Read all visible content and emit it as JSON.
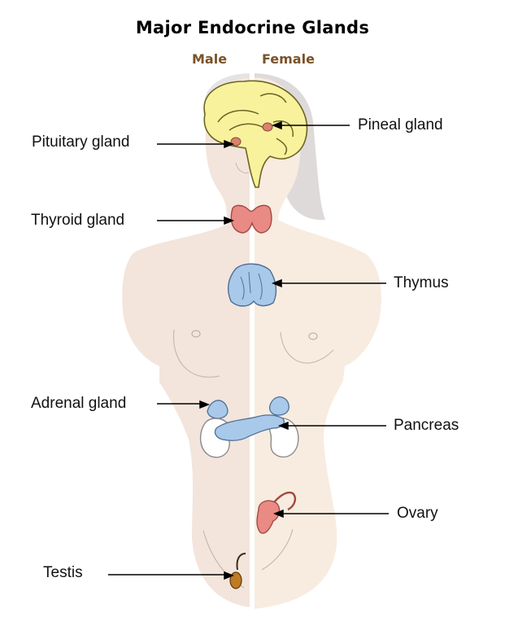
{
  "diagram": {
    "title": "Major Endocrine Glands",
    "subtitle_male": "Male",
    "subtitle_female": "Female",
    "glands": [
      {
        "id": "pituitary",
        "label": "Pituitary gland",
        "side": "male"
      },
      {
        "id": "pineal",
        "label": "Pineal gland",
        "side": "female"
      },
      {
        "id": "thyroid",
        "label": "Thyroid gland",
        "side": "male"
      },
      {
        "id": "thymus",
        "label": "Thymus",
        "side": "female"
      },
      {
        "id": "adrenal",
        "label": "Adrenal gland",
        "side": "male"
      },
      {
        "id": "pancreas",
        "label": "Pancreas",
        "side": "female"
      },
      {
        "id": "ovary",
        "label": "Ovary",
        "side": "female"
      },
      {
        "id": "testis",
        "label": "Testis",
        "side": "male"
      }
    ]
  },
  "colors": {
    "male_skin": "#f3e5dc",
    "female_skin": "#f8ece0",
    "brain": "#f8f29c",
    "brain_outline": "#6b6425",
    "thyroid": "#e98a84",
    "thymus": "#a9c9ea",
    "kidney": "#ffffff",
    "ovary": "#e98a84",
    "hair": "#dedada",
    "title": "#000000",
    "subtitle": "#7a5228"
  }
}
